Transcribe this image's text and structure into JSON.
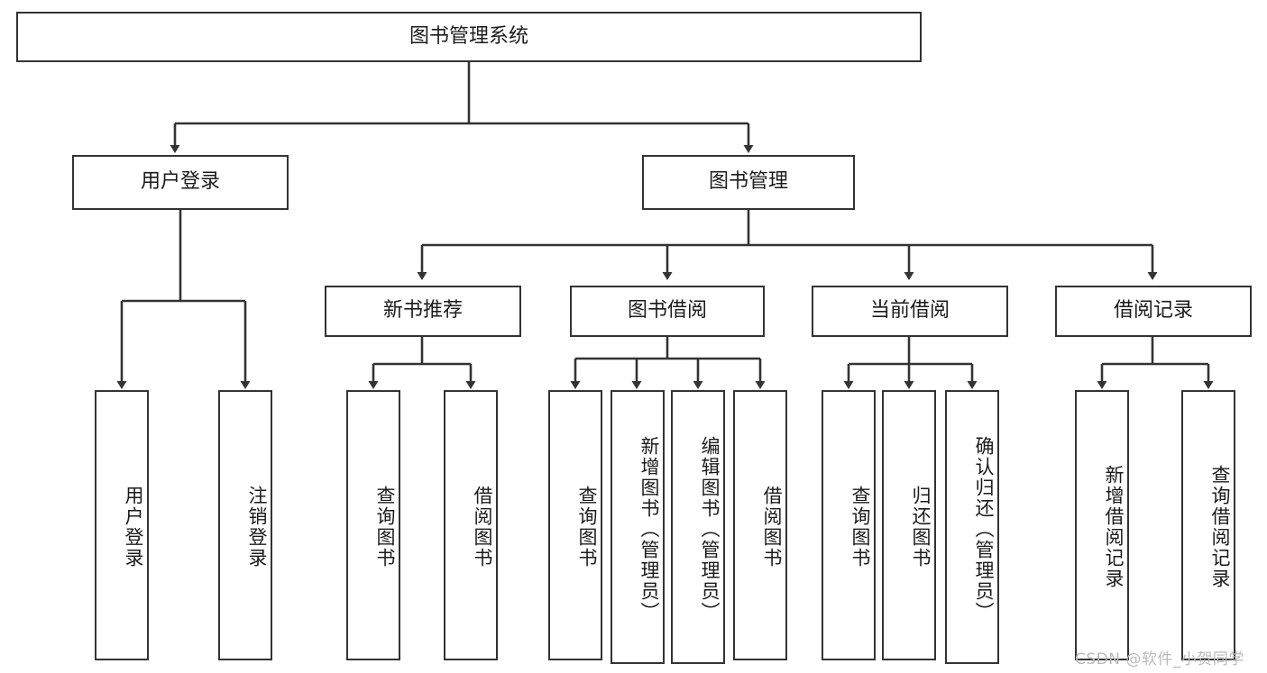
{
  "diagram": {
    "title": "图书管理系统",
    "type": "tree-hierarchy-diagram",
    "colors": {
      "background": "#ffffff",
      "border": "#333333",
      "text": "#1b1b1b",
      "watermark": "#b9b9b9"
    },
    "root": {
      "label": "图书管理系统"
    },
    "level2": [
      {
        "label": "用户登录"
      },
      {
        "label": "图书管理"
      }
    ],
    "level3": [
      {
        "label": "新书推荐"
      },
      {
        "label": "图书借阅"
      },
      {
        "label": "当前借阅"
      },
      {
        "label": "借阅记录"
      }
    ],
    "leaves": {
      "user_login": [
        {
          "label": "用户登录"
        },
        {
          "label": "注销登录"
        }
      ],
      "new_book_recommend": [
        {
          "label": "查询图书"
        },
        {
          "label": "借阅图书"
        }
      ],
      "book_borrow": [
        {
          "label": "查询图书"
        },
        {
          "label": "新增图书（管理员）"
        },
        {
          "label": "编辑图书（管理员）"
        },
        {
          "label": "借阅图书"
        }
      ],
      "current_borrow": [
        {
          "label": "查询图书"
        },
        {
          "label": "归还图书"
        },
        {
          "label": "确认归还（管理员）"
        }
      ],
      "borrow_record": [
        {
          "label": "新增借阅记录"
        },
        {
          "label": "查询借阅记录"
        }
      ]
    },
    "watermark": "CSDN @软件_小贺同学"
  }
}
